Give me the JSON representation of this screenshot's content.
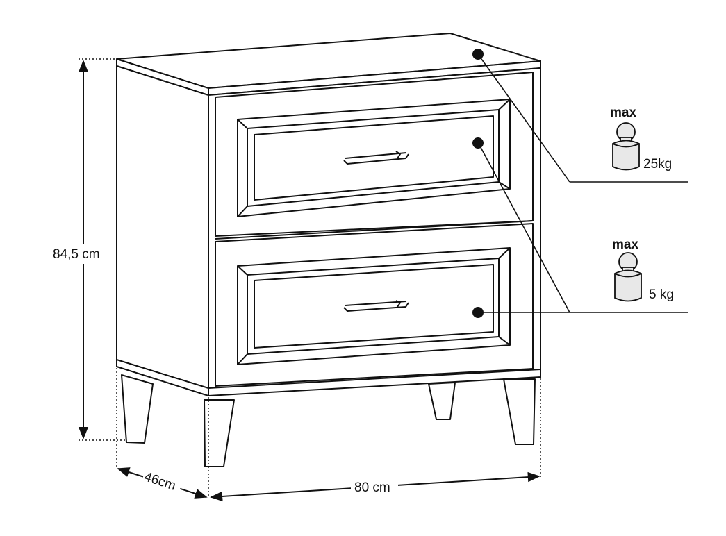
{
  "dimensions": {
    "height": "84,5 cm",
    "width": "80 cm",
    "depth": "46cm"
  },
  "load_limits": [
    {
      "max_label": "max",
      "weight": "25kg"
    },
    {
      "max_label": "max",
      "weight": "5 kg"
    }
  ],
  "colors": {
    "line": "#111111",
    "weight_fill": "#e8e8e8",
    "background": "#ffffff"
  }
}
